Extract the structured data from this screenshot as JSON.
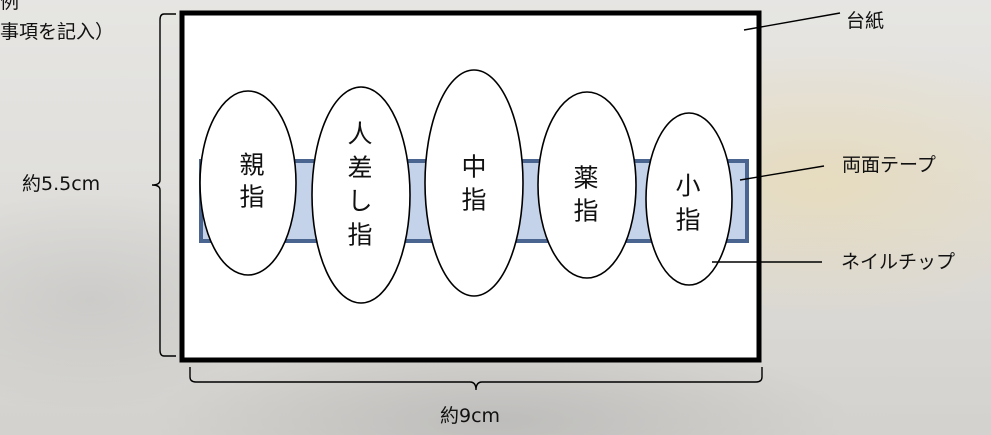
{
  "example_title": "例",
  "example_note": "事項を記入）",
  "parts": {
    "base_paper": "台紙",
    "double_tape": "両面テープ",
    "nail_chip": "ネイルチップ"
  },
  "dimensions": {
    "height": "約5.5cm",
    "width": "約9cm"
  },
  "fingers": [
    {
      "lines": [
        "親",
        "指"
      ]
    },
    {
      "lines": [
        "人",
        "差",
        "し",
        "指"
      ]
    },
    {
      "lines": [
        "中",
        "指"
      ]
    },
    {
      "lines": [
        "薬",
        "指"
      ]
    },
    {
      "lines": [
        "小",
        "指"
      ]
    }
  ],
  "colors": {
    "tape_fill": "#c5d3ea",
    "tape_stroke": "#4a6690",
    "frame_stroke": "#000000"
  }
}
